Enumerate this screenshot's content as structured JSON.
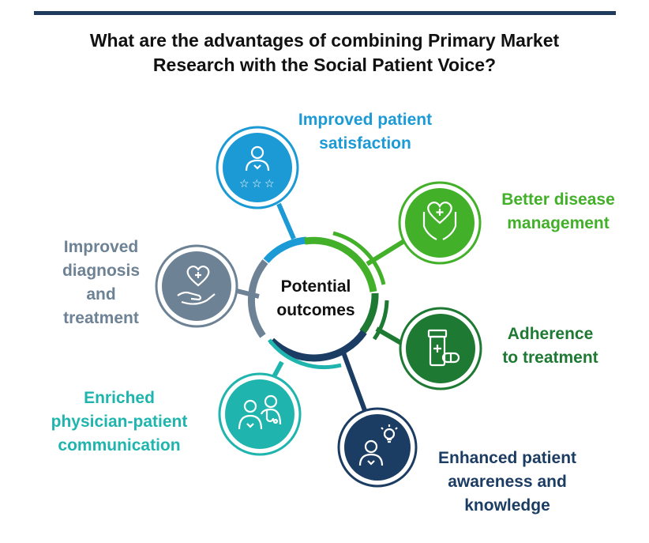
{
  "title": {
    "line1": "What are the advantages of combining Primary Market",
    "line2": "Research with the Social Patient Voice?"
  },
  "center": {
    "line1": "Potential",
    "line2": "outcomes"
  },
  "outcomes": [
    {
      "id": "satisfaction",
      "lines": [
        "Improved patient",
        "satisfaction"
      ],
      "color": "#1b9ad6",
      "icon": "patient-rating-stars-icon"
    },
    {
      "id": "disease-management",
      "lines": [
        "Better disease",
        "management"
      ],
      "color": "#43b02a",
      "icon": "hands-holding-heart-icon"
    },
    {
      "id": "adherence",
      "lines": [
        "Adherence",
        "to treatment"
      ],
      "color": "#1e7a33",
      "icon": "pill-bottle-icon"
    },
    {
      "id": "awareness",
      "lines": [
        "Enhanced patient",
        "awareness and",
        "knowledge"
      ],
      "color": "#1c3d63",
      "icon": "patient-lightbulb-icon"
    },
    {
      "id": "communication",
      "lines": [
        "Enriched",
        "physician-patient",
        "communication"
      ],
      "color": "#1fb5ae",
      "icon": "physician-patient-icon"
    },
    {
      "id": "diagnosis",
      "lines": [
        "Improved",
        "diagnosis",
        "and",
        "treatment"
      ],
      "color": "#6d8294",
      "icon": "hand-holding-heart-icon"
    }
  ]
}
